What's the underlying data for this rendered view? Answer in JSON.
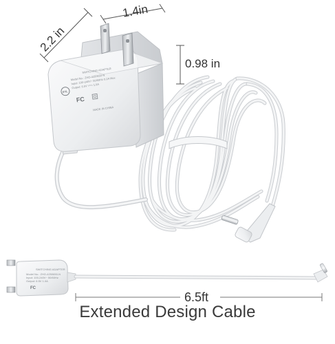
{
  "dimensions": {
    "width_label": "1.4in",
    "height_label": "2.2 in",
    "prong_label": "0.98 in",
    "cable_label": "6.5ft"
  },
  "caption": "Extended Design Cable",
  "adapter_label": {
    "title": "SWITCHING ADAPTER",
    "lines": [
      "Model No.: ZHO-4250650-N",
      "Input: 100-240V~ 50/60Hz 0.2A Max",
      "Output: 6.5V === 1.0A",
      "MADE IN CHINA"
    ]
  },
  "colors": {
    "adapter_body": "#f2f3f4",
    "cable": "#e9eaec",
    "dimension_lines": "#555555",
    "background": "#ffffff"
  }
}
